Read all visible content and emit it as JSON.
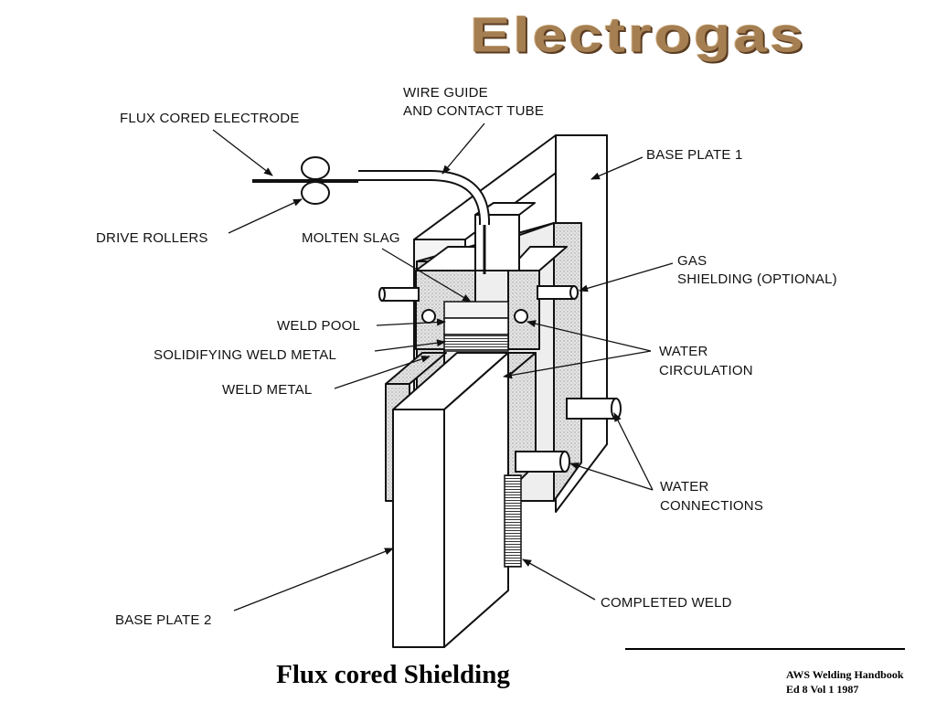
{
  "slide": {
    "title": "Electrogas",
    "caption": "Flux cored Shielding",
    "source_line1": "AWS Welding Handbook",
    "source_line2": "Ed 8 Vol 1 1987"
  },
  "diagram": {
    "labels": {
      "flux_cored_electrode": "FLUX CORED ELECTRODE",
      "wire_guide_1": "WIRE GUIDE",
      "wire_guide_2": "AND CONTACT TUBE",
      "base_plate_1": "BASE PLATE 1",
      "drive_rollers": "DRIVE ROLLERS",
      "molten_slag": "MOLTEN SLAG",
      "gas_1": "GAS",
      "gas_2": "SHIELDING (OPTIONAL)",
      "weld_pool": "WELD POOL",
      "solidifying": "SOLIDIFYING WELD METAL",
      "water_circ_1": "WATER",
      "water_circ_2": "CIRCULATION",
      "weld_metal": "WELD METAL",
      "water_conn_1": "WATER",
      "water_conn_2": "CONNECTIONS",
      "base_plate_2": "BASE PLATE 2",
      "completed_weld": "COMPLETED WELD"
    }
  }
}
